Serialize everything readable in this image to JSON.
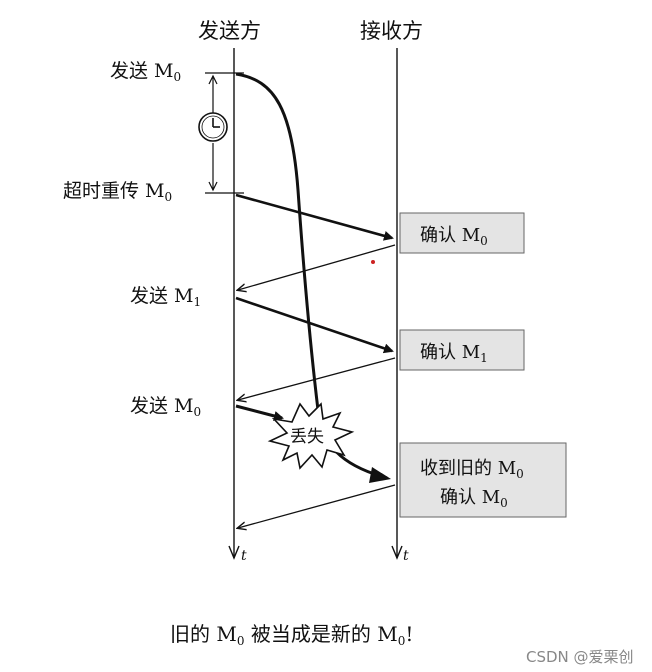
{
  "headers": {
    "sender": "发送方",
    "receiver": "接收方"
  },
  "sender_events": [
    {
      "prefix": "发送 M",
      "sub": "0"
    },
    {
      "prefix": "超时重传 M",
      "sub": "0"
    },
    {
      "prefix": "发送 M",
      "sub": "1"
    },
    {
      "prefix": "发送 M",
      "sub": "0"
    }
  ],
  "receiver_boxes": [
    {
      "line1_prefix": "确认 M",
      "line1_sub": "0"
    },
    {
      "line1_prefix": "确认 M",
      "line1_sub": "1"
    },
    {
      "line1_prefix": "收到旧的 M",
      "line1_sub": "0",
      "line2_prefix": "确认 M",
      "line2_sub": "0"
    }
  ],
  "lost_label": "丢失",
  "time_axis_label": "t",
  "caption": {
    "part1": "旧的 M",
    "sub1": "0",
    "part2": " 被当成是新的 M",
    "sub2": "0",
    "part3": "!"
  },
  "watermark": "CSDN @爱栗创"
}
